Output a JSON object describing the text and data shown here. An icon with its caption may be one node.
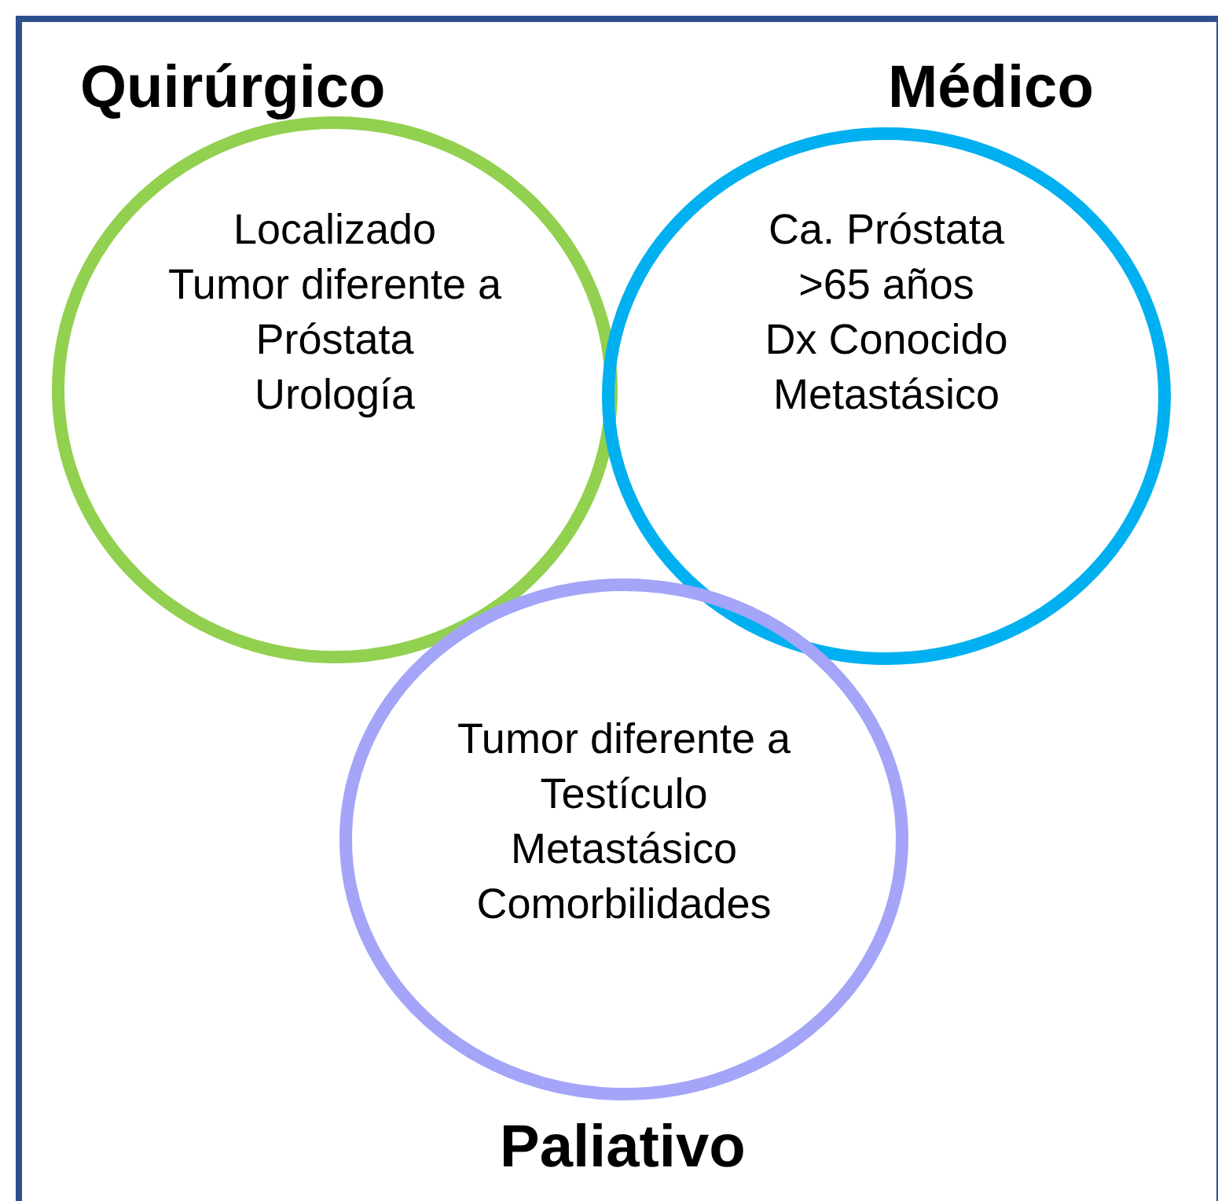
{
  "diagram": {
    "nodes": [
      {
        "text": [
          "Quirúrgico",
          "Localizado",
          "Tumor diferente a Próstata",
          "Urología"
        ]
      },
      {
        "text": [
          "Médico",
          "Ca. Próstata",
          ">65 años",
          "Dx Conocido",
          "Metastásico"
        ]
      },
      {
        "text": [
          "Tumor diferente a Testículo",
          "Metastásico",
          "Comorbilidades",
          "Paliativo"
        ]
      }
    ]
  }
}
